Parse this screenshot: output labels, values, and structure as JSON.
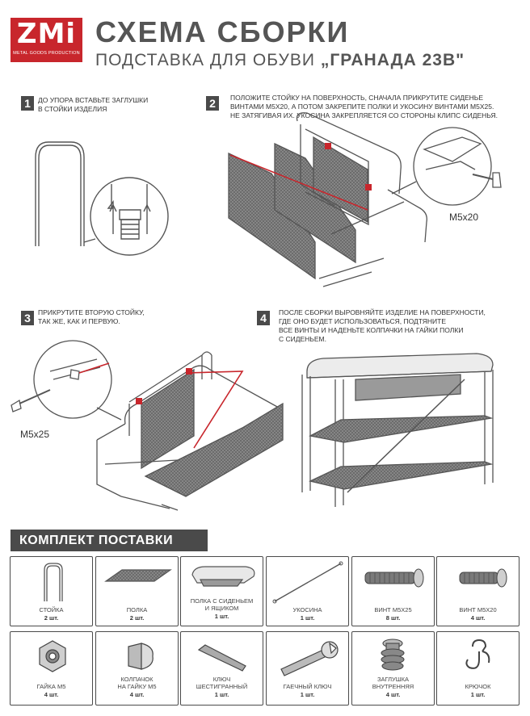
{
  "logo": {
    "brand": "ZMi",
    "tagline": "METAL GOODS PRODUCTION"
  },
  "header": {
    "title": "СХЕМА СБОРКИ",
    "subtitle_prefix": "ПОДСТАВКА ДЛЯ ОБУВИ",
    "subtitle_product": "„ГРАНАДА 23В\""
  },
  "steps": [
    {
      "number": "1",
      "lines": [
        "ДО УПОРА ВСТАВЬТЕ ЗАГЛУШКИ",
        "В СТОЙКИ ИЗДЕЛИЯ"
      ]
    },
    {
      "number": "2",
      "lines": [
        "ПОЛОЖИТЕ СТОЙКУ НА ПОВЕРХНОСТЬ, СНАЧАЛА ПРИКРУТИТЕ СИДЕНЬЕ",
        "ВИНТАМИ М5х20, А ПОТОМ ЗАКРЕПИТЕ  ПОЛКИ И УКОСИНУ ВИНТАМИ  М5х25.",
        "НЕ ЗАТЯГИВАЯ ИХ. УКОСИНА ЗАКРЕПЛЯЕТСЯ СО СТОРОНЫ КЛИПС СИДЕНЬЯ."
      ],
      "screw": "M5x20"
    },
    {
      "number": "3",
      "lines": [
        "ПРИКРУТИТЕ ВТОРУЮ СТОЙКУ,",
        "ТАК ЖЕ, КАК И ПЕРВУЮ."
      ],
      "screw": "M5x25"
    },
    {
      "number": "4",
      "lines": [
        "ПОСЛЕ СБОРКИ ВЫРОВНЯЙТЕ ИЗДЕЛИЕ НА ПОВЕРХНОСТИ,",
        "ГДЕ ОНО БУДЕТ ИСПОЛЬЗОВАТЬСЯ, ПОДТЯНИТЕ",
        "ВСЕ ВИНТЫ И НАДЕНЬТЕ КОЛПАЧКИ НА ГАЙКИ ПОЛКИ",
        "С СИДЕНЬЕМ."
      ]
    }
  ],
  "kit": {
    "title": "КОМПЛЕКТ ПОСТАВКИ",
    "items": [
      {
        "name": [
          "СТОЙКА"
        ],
        "qty": "2 шт.",
        "icon": "post-icon"
      },
      {
        "name": [
          "ПОЛКА"
        ],
        "qty": "2 шт.",
        "icon": "shelf-icon"
      },
      {
        "name": [
          "ПОЛКА С СИДЕНЬЕМ",
          "И ЯЩИКОМ"
        ],
        "qty": "1 шт.",
        "icon": "seat-shelf-icon"
      },
      {
        "name": [
          "УКОСИНА"
        ],
        "qty": "1 шт.",
        "icon": "brace-icon"
      },
      {
        "name": [
          "ВИНТ М5х25"
        ],
        "qty": "8 шт.",
        "icon": "screw-long-icon"
      },
      {
        "name": [
          "ВИНТ М5х20"
        ],
        "qty": "4 шт.",
        "icon": "screw-short-icon"
      },
      {
        "name": [
          "ГАЙКА М5"
        ],
        "qty": "4 шт.",
        "icon": "nut-icon"
      },
      {
        "name": [
          "КОЛПАЧОК",
          "НА ГАЙКУ М5"
        ],
        "qty": "4 шт.",
        "icon": "cap-icon"
      },
      {
        "name": [
          "КЛЮЧ",
          "ШЕСТИГРАННЫЙ"
        ],
        "qty": "1 шт.",
        "icon": "hex-key-icon"
      },
      {
        "name": [
          "ГАЕЧНЫЙ КЛЮЧ"
        ],
        "qty": "1 шт.",
        "icon": "wrench-icon"
      },
      {
        "name": [
          "ЗАГЛУШКА",
          "ВНУТРЕННЯЯ"
        ],
        "qty": "4 шт.",
        "icon": "plug-icon"
      },
      {
        "name": [
          "КРЮЧОК"
        ],
        "qty": "1 шт.",
        "icon": "hook-icon"
      }
    ]
  },
  "colors": {
    "accent": "#c8262c",
    "dark": "#4a4a4a",
    "line": "#555555"
  }
}
